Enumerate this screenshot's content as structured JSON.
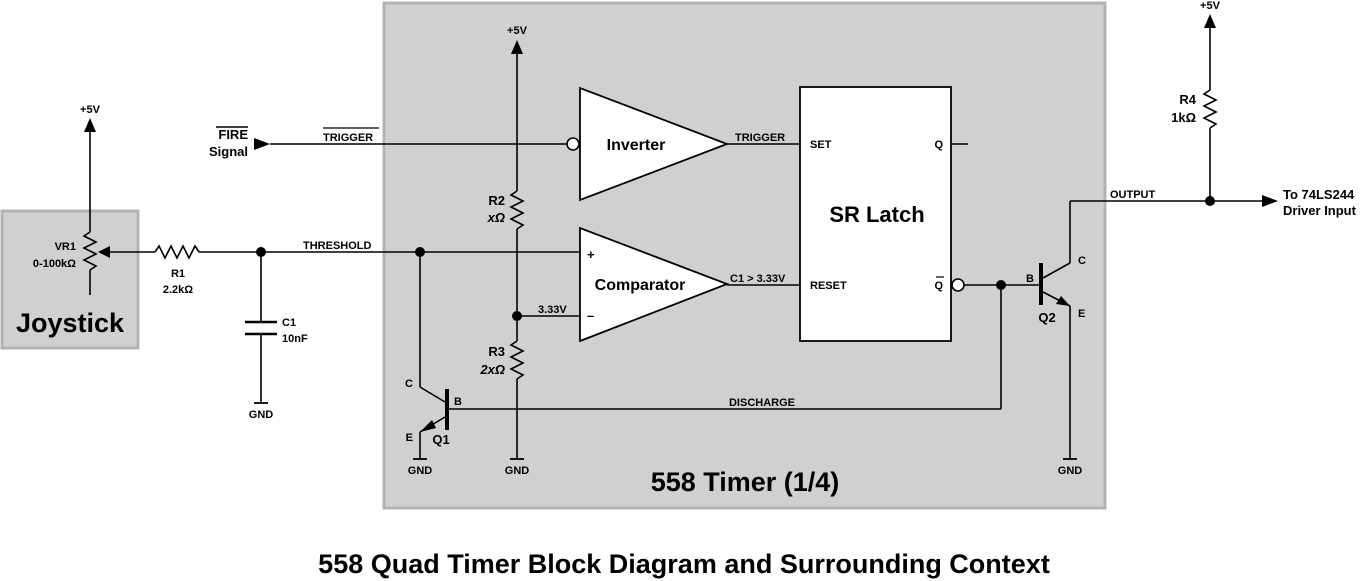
{
  "title": "558 Quad Timer Block Diagram and Surrounding Context",
  "timer_block": {
    "label": "558 Timer (1/4)",
    "fill": "#d0d0d0",
    "border": "#b3b3b3"
  },
  "joystick": {
    "label": "Joystick",
    "fill": "#d0d0d0",
    "border": "#b3b3b3"
  },
  "vr1": {
    "name": "VR1",
    "value": "0-100kΩ"
  },
  "r1": {
    "name": "R1",
    "value": "2.2kΩ"
  },
  "c1": {
    "name": "C1",
    "value": "10nF"
  },
  "r2": {
    "name": "R2",
    "value": "xΩ"
  },
  "r3": {
    "name": "R3",
    "value": "2xΩ"
  },
  "r4": {
    "name": "R4",
    "value": "1kΩ"
  },
  "q1": {
    "name": "Q1",
    "c": "C",
    "b": "B",
    "e": "E"
  },
  "q2": {
    "name": "Q2",
    "c": "C",
    "b": "B",
    "e": "E"
  },
  "supply": {
    "plus5v": "+5V",
    "gnd": "GND"
  },
  "fire": {
    "word": "FIRE",
    "line2": "Signal"
  },
  "nets": {
    "trigger_bar": "TRIGGER",
    "trigger": "TRIGGER",
    "threshold": "THRESHOLD",
    "ref_voltage": "3.33V",
    "c1_condition": "C1 > 3.33V",
    "discharge": "DISCHARGE",
    "output": "OUTPUT"
  },
  "inverter": {
    "label": "Inverter"
  },
  "comparator": {
    "label": "Comparator",
    "plus": "+",
    "minus": "–"
  },
  "sr_latch": {
    "label": "SR Latch",
    "set": "SET",
    "reset": "RESET",
    "q": "Q",
    "qbar": "Q"
  },
  "destination": {
    "line1": "To 74LS244",
    "line2": "Driver Input"
  }
}
